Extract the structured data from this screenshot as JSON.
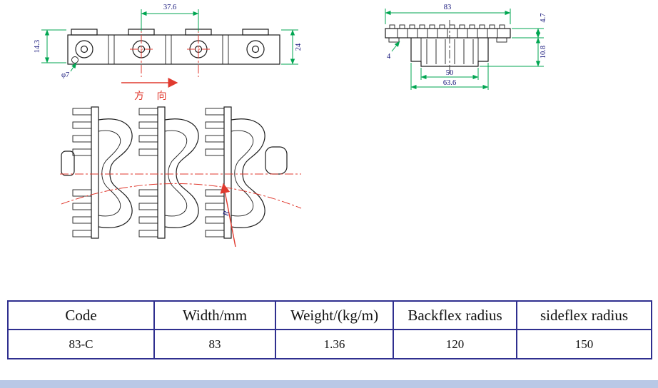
{
  "colors": {
    "outline": "#1c1c1c",
    "dimension_line_green": "#00a651",
    "centerline_red": "#e03a2f",
    "dimension_text_navy": "#14147a",
    "table_border_navy": "#2f2f8f",
    "bottom_strip_blue": "#b9c8e6"
  },
  "side_view": {
    "dim_pitch": "37.6",
    "dim_height_left": "14.3",
    "dim_height_right": "24",
    "dim_hole": "φ7",
    "direction_label": "方 向"
  },
  "section_view": {
    "dim_overall_width": "83",
    "dim_plate_thickness": "4.7",
    "dim_hub_height": "10.8",
    "dim_inner_width": "50",
    "dim_hub_width": "63.6",
    "dim_wall": "4"
  },
  "plan_view": {
    "radius_label": "R"
  },
  "spec_table": {
    "headers": [
      "Code",
      "Width/mm",
      "Weight/(kg/m)",
      "Backflex radius",
      "sideflex radius"
    ],
    "row": [
      "83-C",
      "83",
      "1.36",
      "120",
      "150"
    ]
  }
}
